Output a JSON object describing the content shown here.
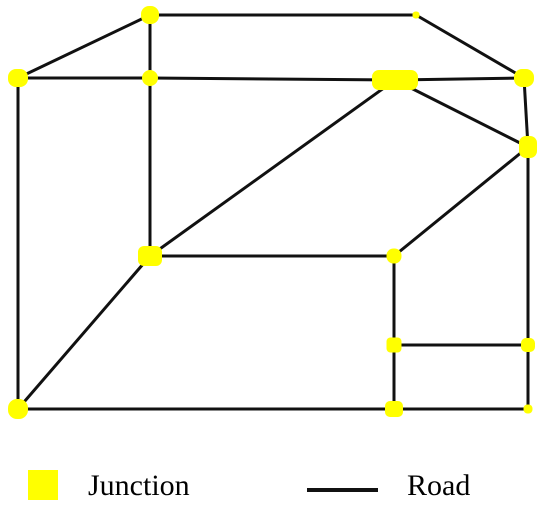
{
  "colors": {
    "junction": "#ffff00",
    "road": "#111111",
    "background": "#ffffff"
  },
  "legend": {
    "junction_label": "Junction",
    "road_label": "Road"
  },
  "network": {
    "junctions": [
      {
        "id": "j1",
        "name": "junction-top-left"
      },
      {
        "id": "j2",
        "name": "junction-top-right-small"
      },
      {
        "id": "j3",
        "name": "junction-upper-left-corner"
      },
      {
        "id": "j4",
        "name": "junction-upper-mid-left"
      },
      {
        "id": "j5",
        "name": "junction-upper-mid"
      },
      {
        "id": "j6",
        "name": "junction-upper-right-corner"
      },
      {
        "id": "j7",
        "name": "junction-right-mid"
      },
      {
        "id": "j8",
        "name": "junction-center-left"
      },
      {
        "id": "j9",
        "name": "junction-center-right"
      },
      {
        "id": "j10",
        "name": "junction-lower-mid"
      },
      {
        "id": "j11",
        "name": "junction-lower-right"
      },
      {
        "id": "j12",
        "name": "junction-bottom-left"
      },
      {
        "id": "j13",
        "name": "junction-bottom-mid"
      },
      {
        "id": "j14",
        "name": "junction-bottom-right"
      }
    ],
    "roads": [
      [
        "j1",
        "j2"
      ],
      [
        "j1",
        "j3"
      ],
      [
        "j2",
        "j6"
      ],
      [
        "j3",
        "j4"
      ],
      [
        "j4",
        "j5"
      ],
      [
        "j5",
        "j6"
      ],
      [
        "j1",
        "j4"
      ],
      [
        "j4",
        "j8"
      ],
      [
        "j3",
        "j12"
      ],
      [
        "j6",
        "j7"
      ],
      [
        "j5",
        "j7"
      ],
      [
        "j8",
        "j5"
      ],
      [
        "j7",
        "j9"
      ],
      [
        "j8",
        "j9"
      ],
      [
        "j9",
        "j10"
      ],
      [
        "j10",
        "j11"
      ],
      [
        "j10",
        "j13"
      ],
      [
        "j7",
        "j11"
      ],
      [
        "j11",
        "j14"
      ],
      [
        "j8",
        "j12"
      ],
      [
        "j12",
        "j13"
      ],
      [
        "j13",
        "j14"
      ]
    ]
  }
}
